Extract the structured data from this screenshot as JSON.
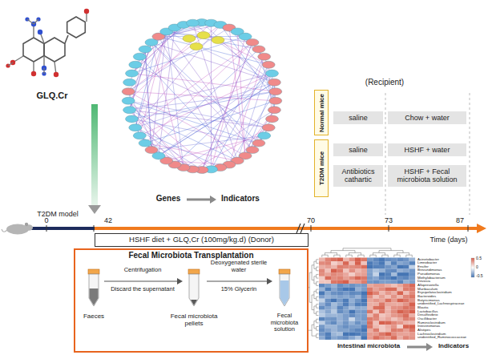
{
  "diagram": {
    "nodes": [
      {
        "text": [
          "HSHF diet + GLQ,Cr (100mg/kg.d) (Donor)"
        ]
      },
      {
        "text": [
          "Fecal Microbiota Transplantation"
        ]
      },
      {
        "text": [
          "Normal mice"
        ]
      },
      {
        "text": [
          "T2DM mice"
        ]
      },
      {
        "text": [
          "saline"
        ]
      },
      {
        "text": [
          "Chow + water"
        ]
      },
      {
        "text": [
          "saline"
        ]
      },
      {
        "text": [
          "HSHF + water"
        ]
      },
      {
        "text": [
          "Antibiotics cathartic"
        ]
      },
      {
        "text": [
          "HSHF + Fecal microbiota solution"
        ]
      }
    ],
    "labels": [
      "GLQ.Cr",
      "Genes",
      "Indicators",
      "T2DM model",
      "0",
      "42",
      "70",
      "73",
      "87",
      "Time (days)",
      "(Recipient)",
      "Faeces",
      "Centrifugation",
      "Discard the supernatant",
      "Fecal microbiota pellets",
      "Deoxygenated sterile water",
      "15% Glycerin",
      "Fecal microbiota solution",
      "0.5",
      "0",
      "-0.5",
      "Acinetobacter",
      "Limnobacter",
      "Ensifer",
      "Brevundimonas",
      "Pseudomonas",
      "Methylobacterium",
      "Devosia",
      "Alloprevotella",
      "Muribaculum",
      "Erysipelatoclostridium",
      "Bacteroides",
      "Butyricimonas",
      "unidentified_Lachnospiraceae",
      "Blautia",
      "Lactobacillus",
      "Desulfovibrio",
      "Oscillibacter",
      "Ruminiclostridium",
      "Intestinimonas",
      "Alistipes",
      "Lachnoclostridium",
      "unidentified_Ruminococcaceae",
      "Intestinal microbiota",
      "Indicators"
    ]
  }
}
